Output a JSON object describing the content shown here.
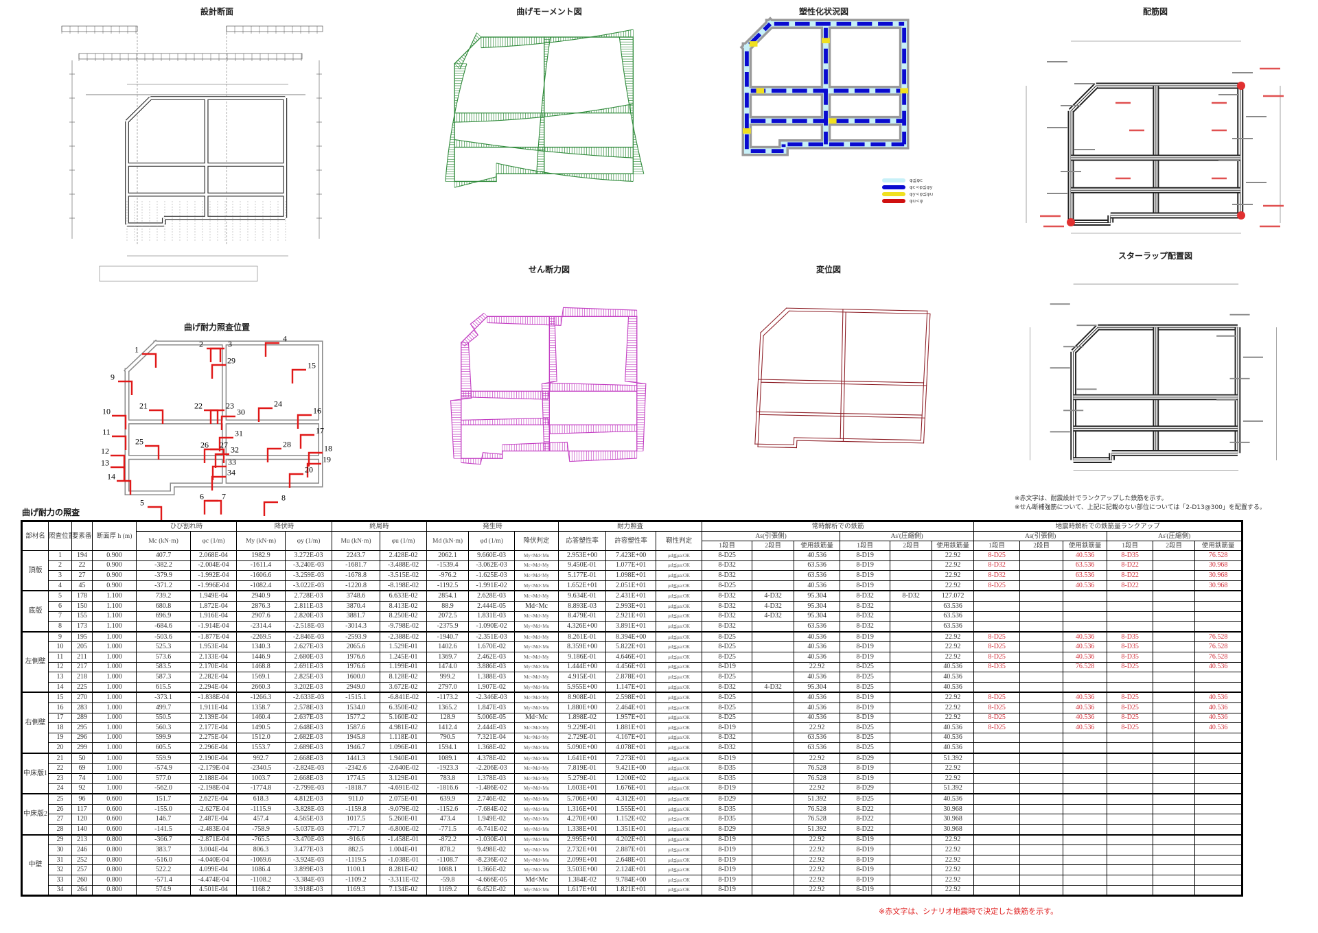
{
  "drawings": {
    "design_section": {
      "title": "設計断面"
    },
    "moment": {
      "title": "曲げモーメント図"
    },
    "plasticity": {
      "title": "塑性化状況図",
      "legend": [
        "φ≦φc",
        "φc<φ≦φy",
        "φy<φ≦φu",
        "φu<φ"
      ],
      "colors": [
        "#c8f0f8",
        "#0a0ad0",
        "#f0e020",
        "#d01010"
      ]
    },
    "rebar": {
      "title": "配筋図"
    },
    "check_positions": {
      "title": "曲げ耐力照査位置",
      "labels": [
        "1",
        "2",
        "3",
        "4",
        "5",
        "6",
        "7",
        "8",
        "9",
        "10",
        "11",
        "12",
        "13",
        "14",
        "15",
        "16",
        "17",
        "18",
        "19",
        "20",
        "21",
        "22",
        "23",
        "24",
        "25",
        "26",
        "27",
        "28",
        "29",
        "30",
        "31",
        "32",
        "33",
        "34"
      ]
    },
    "shear": {
      "title": "せん断力図"
    },
    "displacement": {
      "title": "変位図"
    },
    "stirrup": {
      "title": "スターラップ配置図"
    }
  },
  "notes": [
    "※赤文字は、耐震設計でランクアップした鉄筋を示す。",
    "※せん断補強筋について、上記に記載のない部位については「2-D13@300」を配置する。"
  ],
  "table": {
    "title": "曲げ耐力の照査",
    "headers": {
      "member": "部材名",
      "position": "照査位置",
      "element": "要素番号",
      "thickness": "断面厚 h (m)",
      "crack": "ひび割れ時",
      "yield": "降伏時",
      "ultimate": "終局時",
      "occur": "発生時",
      "capacity": "耐力照査",
      "normal": "常時解析での鉄筋",
      "seismic": "地震時解析での鉄筋量ランクアップ",
      "mc": "Mc (kN·m)",
      "phic": "φc (1/m)",
      "my": "My (kN·m)",
      "phiy": "φy (1/m)",
      "mu": "Mu (kN·m)",
      "phiu": "φu (1/m)",
      "md": "Md (kN·m)",
      "phid": "φd (1/m)",
      "yield_judge": "降伏判定",
      "resp_ratio": "応答塑性率",
      "allow_ratio": "許容塑性率",
      "tough_judge": "靭性判定",
      "as_tension": "As(引張側)",
      "as_compression": "As'(圧縮側)",
      "layer1": "1段目",
      "layer2": "2段目",
      "used": "使用鉄筋量"
    },
    "groups": [
      {
        "name": "頂版",
        "rows": 4
      },
      {
        "name": "底版",
        "rows": 4
      },
      {
        "name": "左側壁",
        "rows": 6
      },
      {
        "name": "右側壁",
        "rows": 6
      },
      {
        "name": "中床版1",
        "rows": 4
      },
      {
        "name": "中床版2",
        "rows": 4
      },
      {
        "name": "中壁",
        "rows": 6
      }
    ],
    "rows": [
      [
        "1",
        "194",
        "0.900",
        "407.7",
        "2.068E-04",
        "1982.9",
        "3.272E-03",
        "2243.7",
        "2.428E-02",
        "2062.1",
        "9.660E-03",
        "My<Md<Mu",
        "2.953E+00",
        "7.423E+00",
        "μd≦μa:OK",
        "8-D25",
        "",
        "40.536",
        "8-D19",
        "",
        "22.92",
        "8-D25",
        "",
        "40.536",
        "8-D35",
        "",
        "76.528"
      ],
      [
        "2",
        "22",
        "0.900",
        "-382.2",
        "-2.004E-04",
        "-1611.4",
        "-3.240E-03",
        "-1681.7",
        "-3.488E-02",
        "-1539.4",
        "-3.062E-03",
        "Mc<Md<My",
        "9.450E-01",
        "1.077E+01",
        "μd≦μa:OK",
        "8-D32",
        "",
        "63.536",
        "8-D19",
        "",
        "22.92",
        "8-D32",
        "",
        "63.536",
        "8-D22",
        "",
        "30.968"
      ],
      [
        "3",
        "27",
        "0.900",
        "-379.9",
        "-1.992E-04",
        "-1606.6",
        "-3.259E-03",
        "-1678.8",
        "-3.515E-02",
        "-976.2",
        "-1.625E-03",
        "Mc<Md<My",
        "5.177E-01",
        "1.098E+01",
        "μd≦μa:OK",
        "8-D32",
        "",
        "63.536",
        "8-D19",
        "",
        "22.92",
        "8-D32",
        "",
        "63.536",
        "8-D22",
        "",
        "30.968"
      ],
      [
        "4",
        "45",
        "0.900",
        "-371.2",
        "-1.996E-04",
        "-1082.4",
        "-3.022E-03",
        "-1220.8",
        "-8.198E-02",
        "-1192.5",
        "-1.991E-02",
        "My<Md<Mu",
        "1.652E+01",
        "2.051E+01",
        "μd≦μa:OK",
        "8-D25",
        "",
        "40.536",
        "8-D19",
        "",
        "22.92",
        "8-D25",
        "",
        "40.536",
        "8-D22",
        "",
        "30.968"
      ],
      [
        "5",
        "178",
        "1.100",
        "739.2",
        "1.949E-04",
        "2940.9",
        "2.728E-03",
        "3748.6",
        "6.633E-02",
        "2854.1",
        "2.628E-03",
        "Mc<Md<My",
        "9.634E-01",
        "2.431E+01",
        "μd≦μa:OK",
        "8-D32",
        "4-D32",
        "95.304",
        "8-D32",
        "8-D32",
        "127.072"
      ],
      [
        "6",
        "150",
        "1.100",
        "680.8",
        "1.872E-04",
        "2876.3",
        "2.811E-03",
        "3870.4",
        "8.413E-02",
        "88.9",
        "2.444E-05",
        "Md<Mc",
        "8.893E-03",
        "2.993E+01",
        "μd≦μa:OK",
        "8-D32",
        "4-D32",
        "95.304",
        "8-D32",
        "",
        "63.536"
      ],
      [
        "7",
        "155",
        "1.100",
        "696.9",
        "1.916E-04",
        "2907.6",
        "2.820E-03",
        "3881.7",
        "8.250E-02",
        "2072.5",
        "1.831E-03",
        "Mc<Md<My",
        "8.479E-01",
        "2.921E+01",
        "μd≦μa:OK",
        "8-D32",
        "4-D32",
        "95.304",
        "8-D32",
        "",
        "63.536"
      ],
      [
        "8",
        "173",
        "1.100",
        "-684.6",
        "-1.914E-04",
        "-2314.4",
        "-2.518E-03",
        "-3014.3",
        "-9.798E-02",
        "-2375.9",
        "-1.090E-02",
        "My<Md<Mu",
        "4.326E+00",
        "3.891E+01",
        "μd≦μa:OK",
        "8-D32",
        "",
        "63.536",
        "8-D32",
        "",
        "63.536"
      ],
      [
        "9",
        "195",
        "1.000",
        "-503.6",
        "-1.877E-04",
        "-2269.5",
        "-2.846E-03",
        "-2593.9",
        "-2.388E-02",
        "-1940.7",
        "-2.351E-03",
        "Mc<Md<My",
        "8.261E-01",
        "8.394E+00",
        "μd≦μa:OK",
        "8-D25",
        "",
        "40.536",
        "8-D19",
        "",
        "22.92",
        "8-D25",
        "",
        "40.536",
        "8-D35",
        "",
        "76.528"
      ],
      [
        "10",
        "205",
        "1.000",
        "525.3",
        "1.953E-04",
        "1340.3",
        "2.627E-03",
        "2065.6",
        "1.529E-01",
        "1402.6",
        "1.670E-02",
        "My<Md<Mu",
        "8.359E+00",
        "5.822E+01",
        "μd≦μa:OK",
        "8-D25",
        "",
        "40.536",
        "8-D19",
        "",
        "22.92",
        "8-D25",
        "",
        "40.536",
        "8-D35",
        "",
        "76.528"
      ],
      [
        "11",
        "211",
        "1.000",
        "573.6",
        "2.133E-04",
        "1446.9",
        "2.680E-03",
        "1976.6",
        "1.245E-01",
        "1369.7",
        "2.462E-03",
        "Mc<Md<My",
        "9.186E-01",
        "4.646E+01",
        "μd≦μa:OK",
        "8-D25",
        "",
        "40.536",
        "8-D19",
        "",
        "22.92",
        "8-D25",
        "",
        "40.536",
        "8-D35",
        "",
        "76.528"
      ],
      [
        "12",
        "217",
        "1.000",
        "583.5",
        "2.170E-04",
        "1468.8",
        "2.691E-03",
        "1976.6",
        "1.199E-01",
        "1474.0",
        "3.886E-03",
        "My<Md<Mu",
        "1.444E+00",
        "4.456E+01",
        "μd≦μa:OK",
        "8-D19",
        "",
        "22.92",
        "8-D25",
        "",
        "40.536",
        "8-D35",
        "",
        "76.528",
        "8-D25",
        "",
        "40.536"
      ],
      [
        "13",
        "218",
        "1.000",
        "587.3",
        "2.282E-04",
        "1569.1",
        "2.825E-03",
        "1600.0",
        "8.128E-02",
        "999.2",
        "1.388E-03",
        "Mc<Md<My",
        "4.915E-01",
        "2.878E+01",
        "μd≦μa:OK",
        "8-D25",
        "",
        "40.536",
        "8-D25",
        "",
        "40.536"
      ],
      [
        "14",
        "225",
        "1.000",
        "615.5",
        "2.294E-04",
        "2660.3",
        "3.202E-03",
        "2949.0",
        "3.672E-02",
        "2797.0",
        "1.907E-02",
        "My<Md<Mu",
        "5.955E+00",
        "1.147E+01",
        "μd≦μa:OK",
        "8-D32",
        "4-D32",
        "95.304",
        "8-D25",
        "",
        "40.536"
      ],
      [
        "15",
        "270",
        "1.000",
        "-373.1",
        "-1.838E-04",
        "-1266.3",
        "-2.633E-03",
        "-1515.1",
        "-6.841E-02",
        "-1173.2",
        "-2.346E-03",
        "Mc<Md<My",
        "8.908E-01",
        "2.598E+01",
        "μd≦μa:OK",
        "8-D25",
        "",
        "40.536",
        "8-D19",
        "",
        "22.92",
        "8-D25",
        "",
        "40.536",
        "8-D25",
        "",
        "40.536"
      ],
      [
        "16",
        "283",
        "1.000",
        "499.7",
        "1.911E-04",
        "1358.7",
        "2.578E-03",
        "1534.0",
        "6.350E-02",
        "1365.2",
        "1.847E-03",
        "My<Md<Mu",
        "1.880E+00",
        "2.464E+01",
        "μd≦μa:OK",
        "8-D25",
        "",
        "40.536",
        "8-D19",
        "",
        "22.92",
        "8-D25",
        "",
        "40.536",
        "8-D25",
        "",
        "40.536"
      ],
      [
        "17",
        "289",
        "1.000",
        "550.5",
        "2.139E-04",
        "1460.4",
        "2.637E-03",
        "1577.2",
        "5.160E-02",
        "128.9",
        "5.006E-05",
        "Md<Mc",
        "1.898E-02",
        "1.957E+01",
        "μd≦μa:OK",
        "8-D25",
        "",
        "40.536",
        "8-D19",
        "",
        "22.92",
        "8-D25",
        "",
        "40.536",
        "8-D25",
        "",
        "40.536"
      ],
      [
        "18",
        "295",
        "1.000",
        "560.3",
        "2.177E-04",
        "1490.5",
        "2.648E-03",
        "1587.6",
        "4.981E-02",
        "1412.4",
        "2.444E-03",
        "Mc<Md<My",
        "9.229E-01",
        "1.881E+01",
        "μd≦μa:OK",
        "8-D19",
        "",
        "22.92",
        "8-D25",
        "",
        "40.536",
        "8-D25",
        "",
        "40.536",
        "8-D25",
        "",
        "40.536"
      ],
      [
        "19",
        "296",
        "1.000",
        "599.9",
        "2.275E-04",
        "1512.0",
        "2.682E-03",
        "1945.8",
        "1.118E-01",
        "790.5",
        "7.321E-04",
        "Mc<Md<My",
        "2.729E-01",
        "4.167E+01",
        "μd≦μa:OK",
        "8-D32",
        "",
        "63.536",
        "8-D25",
        "",
        "40.536"
      ],
      [
        "20",
        "299",
        "1.000",
        "605.5",
        "2.296E-04",
        "1553.7",
        "2.689E-03",
        "1946.7",
        "1.096E-01",
        "1594.1",
        "1.368E-02",
        "My<Md<Mu",
        "5.090E+00",
        "4.078E+01",
        "μd≦μa:OK",
        "8-D32",
        "",
        "63.536",
        "8-D25",
        "",
        "40.536"
      ],
      [
        "21",
        "50",
        "1.000",
        "559.9",
        "2.190E-04",
        "992.7",
        "2.668E-03",
        "1441.3",
        "1.940E-01",
        "1089.1",
        "4.378E-02",
        "My<Md<Mu",
        "1.641E+01",
        "7.273E+01",
        "μd≦μa:OK",
        "8-D19",
        "",
        "22.92",
        "8-D29",
        "",
        "51.392"
      ],
      [
        "22",
        "69",
        "1.000",
        "-574.9",
        "-2.179E-04",
        "-2340.5",
        "-2.824E-03",
        "-2342.6",
        "-2.640E-02",
        "-1923.3",
        "-2.206E-03",
        "Mc<Md<My",
        "7.819E-01",
        "9.421E+00",
        "μd≦μa:OK",
        "8-D35",
        "",
        "76.528",
        "8-D19",
        "",
        "22.92"
      ],
      [
        "23",
        "74",
        "1.000",
        "577.0",
        "2.188E-04",
        "1003.7",
        "2.668E-03",
        "1774.5",
        "3.129E-01",
        "783.8",
        "1.378E-03",
        "Mc<Md<My",
        "5.279E-01",
        "1.200E+02",
        "μd≦μa:OK",
        "8-D35",
        "",
        "76.528",
        "8-D19",
        "",
        "22.92"
      ],
      [
        "24",
        "92",
        "1.000",
        "-562.0",
        "-2.198E-04",
        "-1774.8",
        "-2.799E-03",
        "-1818.7",
        "-4.691E-02",
        "-1816.6",
        "-1.486E-02",
        "My<Md<Mu",
        "1.603E+01",
        "1.676E+01",
        "μd≦μa:OK",
        "8-D19",
        "",
        "22.92",
        "8-D29",
        "",
        "51.392"
      ],
      [
        "25",
        "96",
        "0.600",
        "151.7",
        "2.627E-04",
        "618.3",
        "4.812E-03",
        "911.0",
        "2.075E-01",
        "639.9",
        "2.746E-02",
        "My<Md<Mu",
        "5.706E+00",
        "4.312E+01",
        "μd≦μa:OK",
        "8-D29",
        "",
        "51.392",
        "8-D25",
        "",
        "40.536"
      ],
      [
        "26",
        "117",
        "0.600",
        "-155.0",
        "-2.627E-04",
        "-1115.9",
        "-3.828E-03",
        "-1159.8",
        "-9.079E-02",
        "-1152.6",
        "-7.684E-02",
        "My<Md<Mu",
        "1.316E+01",
        "1.555E+01",
        "μd≦μa:OK",
        "8-D35",
        "",
        "76.528",
        "8-D22",
        "",
        "30.968"
      ],
      [
        "27",
        "120",
        "0.600",
        "146.7",
        "2.487E-04",
        "457.4",
        "4.565E-03",
        "1017.5",
        "5.260E-01",
        "473.4",
        "1.949E-02",
        "My<Md<Mu",
        "4.270E+00",
        "1.152E+02",
        "μd≦μa:OK",
        "8-D35",
        "",
        "76.528",
        "8-D22",
        "",
        "30.968"
      ],
      [
        "28",
        "140",
        "0.600",
        "-141.5",
        "-2.483E-04",
        "-758.9",
        "-5.037E-03",
        "-771.7",
        "-6.800E-02",
        "-771.5",
        "-6.741E-02",
        "My<Md<Mu",
        "1.338E+01",
        "1.351E+01",
        "μd≦μa:OK",
        "8-D29",
        "",
        "51.392",
        "8-D22",
        "",
        "30.968"
      ],
      [
        "29",
        "213",
        "0.800",
        "-366.7",
        "-2.871E-04",
        "-765.5",
        "-3.470E-03",
        "-916.6",
        "-1.458E-01",
        "-872.2",
        "-1.030E-01",
        "My<Md<Mu",
        "2.995E+01",
        "4.202E+01",
        "μd≦μa:OK",
        "8-D19",
        "",
        "22.92",
        "8-D19",
        "",
        "22.92"
      ],
      [
        "30",
        "246",
        "0.800",
        "383.7",
        "3.004E-04",
        "806.3",
        "3.477E-03",
        "882.5",
        "1.004E-01",
        "878.2",
        "9.498E-02",
        "My<Md<Mu",
        "2.732E+01",
        "2.887E+01",
        "μd≦μa:OK",
        "8-D19",
        "",
        "22.92",
        "8-D19",
        "",
        "22.92"
      ],
      [
        "31",
        "252",
        "0.800",
        "-516.0",
        "-4.040E-04",
        "-1069.6",
        "-3.924E-03",
        "-1119.5",
        "-1.038E-01",
        "-1108.7",
        "-8.236E-02",
        "My<Md<Mu",
        "2.099E+01",
        "2.648E+01",
        "μd≦μa:OK",
        "8-D19",
        "",
        "22.92",
        "8-D19",
        "",
        "22.92"
      ],
      [
        "32",
        "257",
        "0.800",
        "522.2",
        "4.099E-04",
        "1086.4",
        "3.899E-03",
        "1100.1",
        "8.281E-02",
        "1088.1",
        "1.366E-02",
        "My<Md<Mu",
        "3.503E+00",
        "2.124E+01",
        "μd≦μa:OK",
        "8-D19",
        "",
        "22.92",
        "8-D19",
        "",
        "22.92"
      ],
      [
        "33",
        "260",
        "0.800",
        "-571.4",
        "-4.474E-04",
        "-1108.2",
        "-3.384E-03",
        "-1109.2",
        "-3.311E-02",
        "-59.8",
        "-4.666E-05",
        "Md<Mc",
        "1.384E-02",
        "9.784E+00",
        "μd≦μa:OK",
        "8-D19",
        "",
        "22.92",
        "8-D19",
        "",
        "22.92"
      ],
      [
        "34",
        "264",
        "0.800",
        "574.9",
        "4.501E-04",
        "1168.2",
        "3.918E-03",
        "1169.3",
        "7.134E-02",
        "1169.2",
        "6.452E-02",
        "My<Md<Mu",
        "1.617E+01",
        "1.821E+01",
        "μd≦μa:OK",
        "8-D19",
        "",
        "22.92",
        "8-D19",
        "",
        "22.92"
      ]
    ],
    "rankup_color": "#d0303a"
  },
  "footer_note": "※赤文字は、シナリオ地震時で決定した鉄筋を示す。"
}
